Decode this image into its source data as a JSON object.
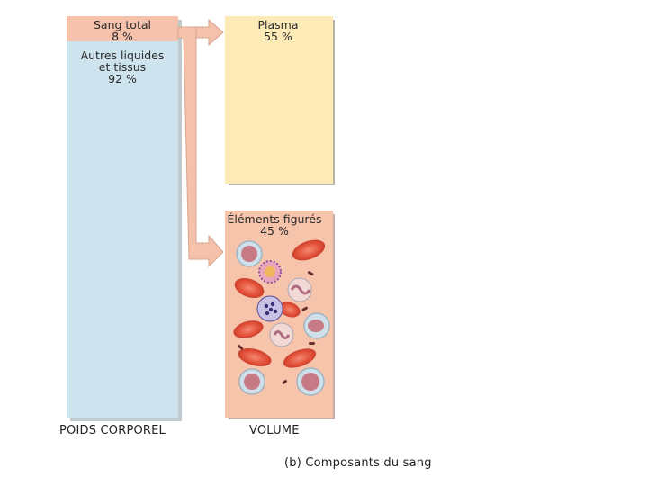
{
  "left_column": {
    "blood_total": {
      "title": "Sang total",
      "value": "8 %"
    },
    "other_fluids": {
      "line1": "Autres liquides",
      "line2": "et tissus",
      "value": "92 %"
    },
    "axis_label": "POIDS CORPOREL"
  },
  "right_column": {
    "plasma": {
      "title": "Plasma",
      "value": "55 %"
    },
    "formed_elements": {
      "title": "Éléments figurés",
      "value": "45  %"
    },
    "axis_label": "VOLUME"
  },
  "caption": "(b) Composants du sang",
  "colors": {
    "body_weight": "#cde3ee",
    "blood": "#f6c2ab",
    "plasma": "#fdebb7",
    "formed_elements": "#f6c3ab",
    "red_cell": "#e2553f",
    "arrow": "#f4c1aa"
  }
}
